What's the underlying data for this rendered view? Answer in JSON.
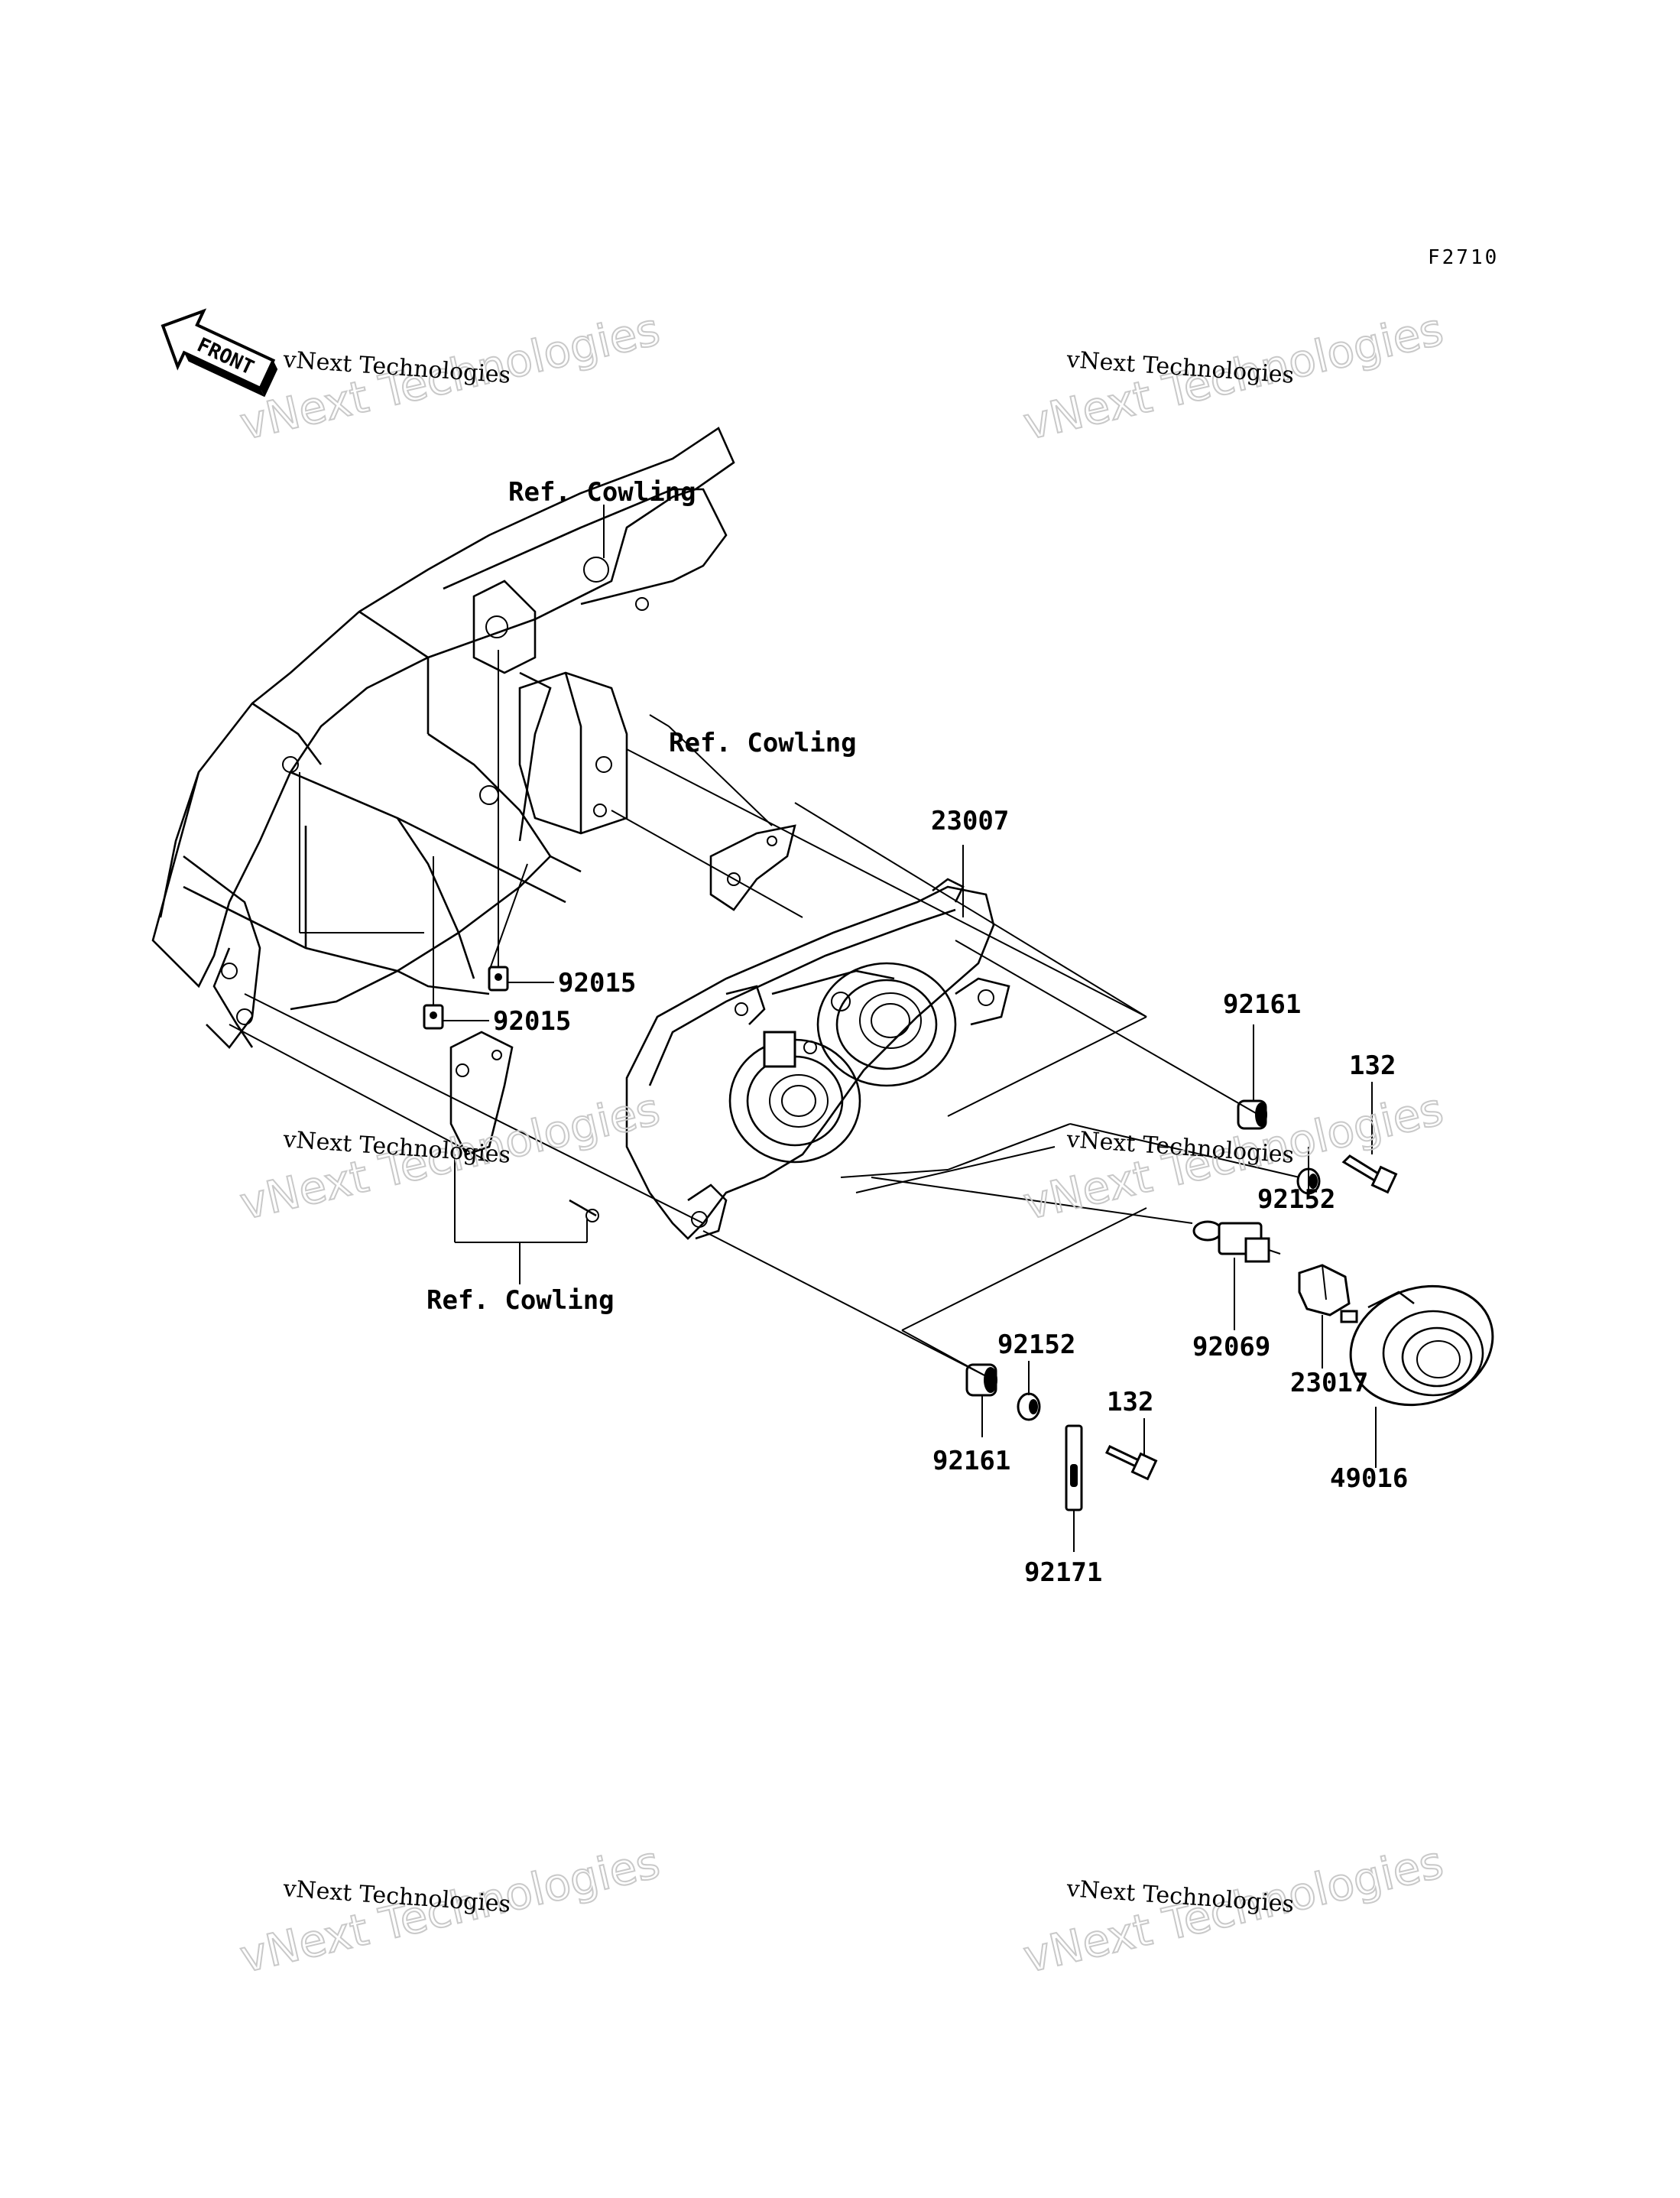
{
  "figure_code": "F2710",
  "front_marker": "FRONT",
  "references": {
    "cowling_top": "Ref. Cowling",
    "cowling_mid": "Ref. Cowling",
    "cowling_bottom": "Ref. Cowling"
  },
  "parts": {
    "headlight_assembly": "23007",
    "nut_left_lower": "92015",
    "nut_left_upper": "92015",
    "grommet_right_upper": "92161",
    "grommet_left_lower": "92161",
    "bolt_right_upper": "132",
    "bolt_lower": "132",
    "collar_right_upper": "92152",
    "collar_lower": "92152",
    "bulb": "92069",
    "socket": "23017",
    "cap": "49016",
    "clamp": "92171"
  },
  "watermark": {
    "line1": "vNext Technologies",
    "outline": "vNext Technologies"
  }
}
